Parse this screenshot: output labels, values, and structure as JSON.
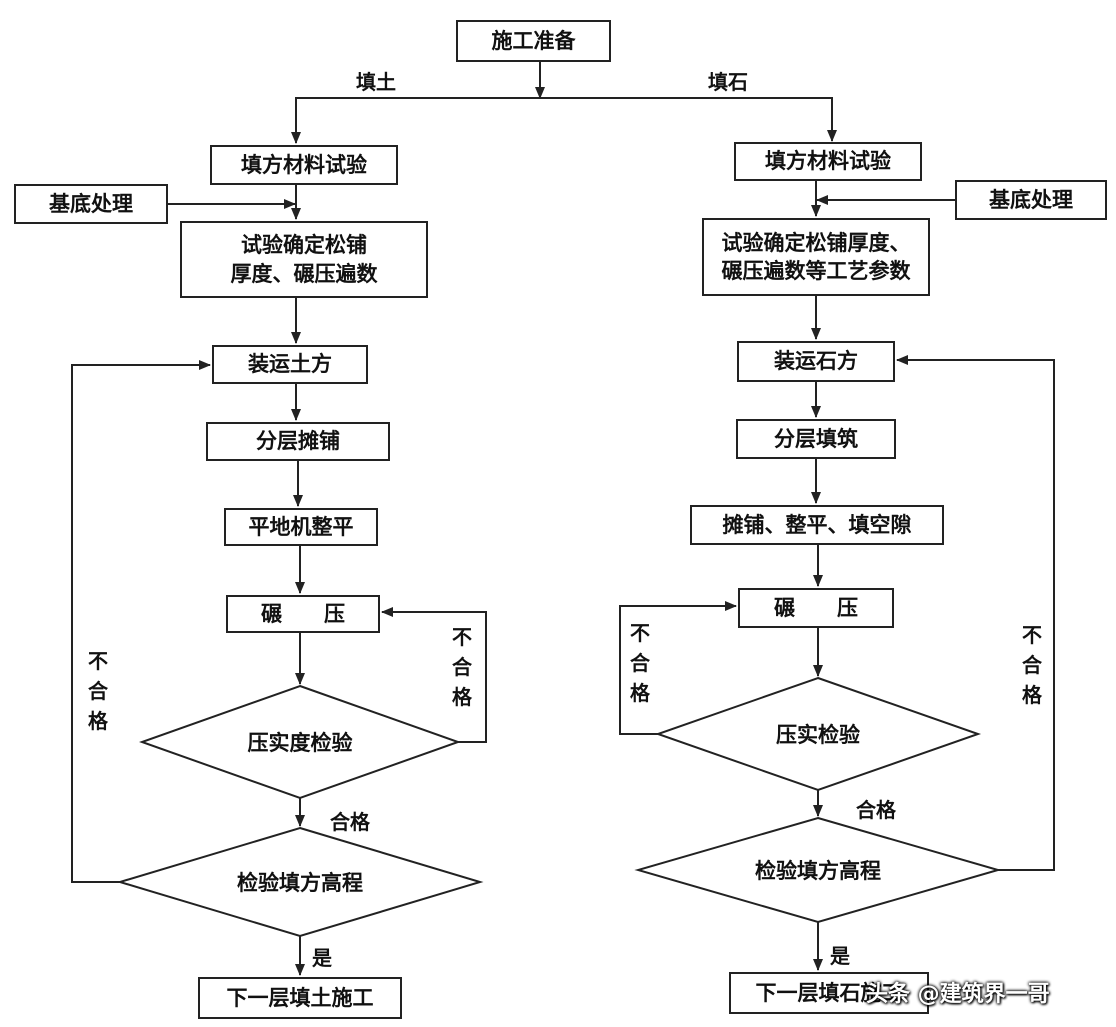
{
  "colors": {
    "stroke": "#222222",
    "text": "#111111",
    "background": "#ffffff"
  },
  "top": {
    "start": "施工准备"
  },
  "left_branch": {
    "label": "填土",
    "material_test": "填方材料试验",
    "base_treatment": "基底处理",
    "trial": "试验确定松铺\n厚度、碾压遍数",
    "load": "装运土方",
    "spread": "分层摊铺",
    "level": "平地机整平",
    "compact": "碾　　压",
    "compaction_check": "压实度检验",
    "elevation_check": "检验填方高程",
    "next_layer": "下一层填土施工",
    "fail_inner": "不合格",
    "fail_outer": "不合格",
    "pass": "合格",
    "yes": "是"
  },
  "right_branch": {
    "label": "填石",
    "material_test": "填方材料试验",
    "base_treatment": "基底处理",
    "trial": "试验确定松铺厚度、\n碾压遍数等工艺参数",
    "load": "装运石方",
    "fill": "分层填筑",
    "spread": "摊铺、整平、填空隙",
    "compact": "碾　　压",
    "compaction_check": "压实检验",
    "elevation_check": "检验填方高程",
    "next_layer": "下一层填石施工",
    "fail_inner": "不合格",
    "fail_outer": "不合格",
    "pass": "合格",
    "yes": "是"
  },
  "watermark": "头条 @建筑界一哥"
}
